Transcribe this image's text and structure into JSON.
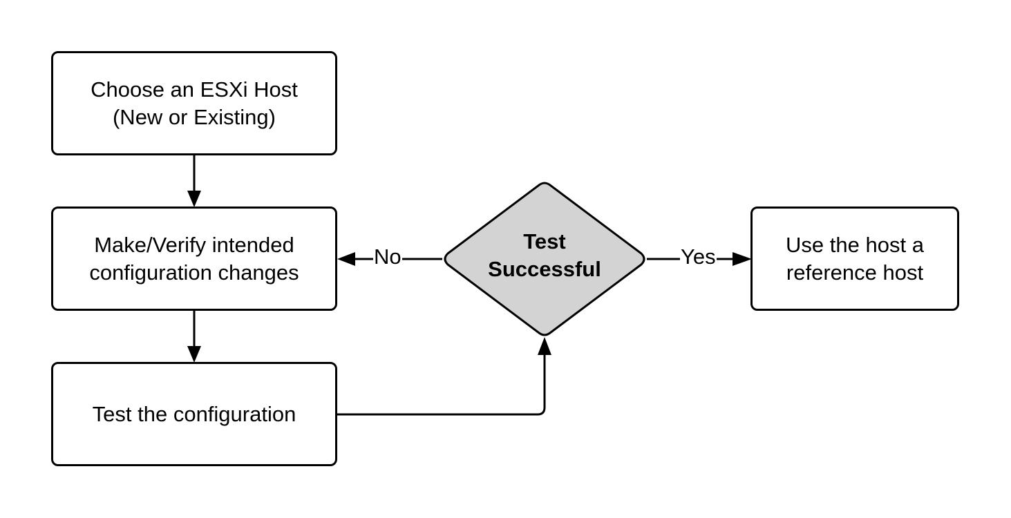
{
  "nodes": {
    "choose_host": {
      "label": "Choose an ESXi Host\n(New or Existing)"
    },
    "make_verify": {
      "label": "Make/Verify intended\nconfiguration changes"
    },
    "test_config": {
      "label": "Test the configuration"
    },
    "decision": {
      "label": "Test\nSuccessful"
    },
    "use_host": {
      "label": "Use the host a\nreference host"
    }
  },
  "edges": {
    "no_label": "No",
    "yes_label": "Yes"
  },
  "colors": {
    "decision_fill": "#d3d3d3",
    "stroke": "#000000"
  }
}
